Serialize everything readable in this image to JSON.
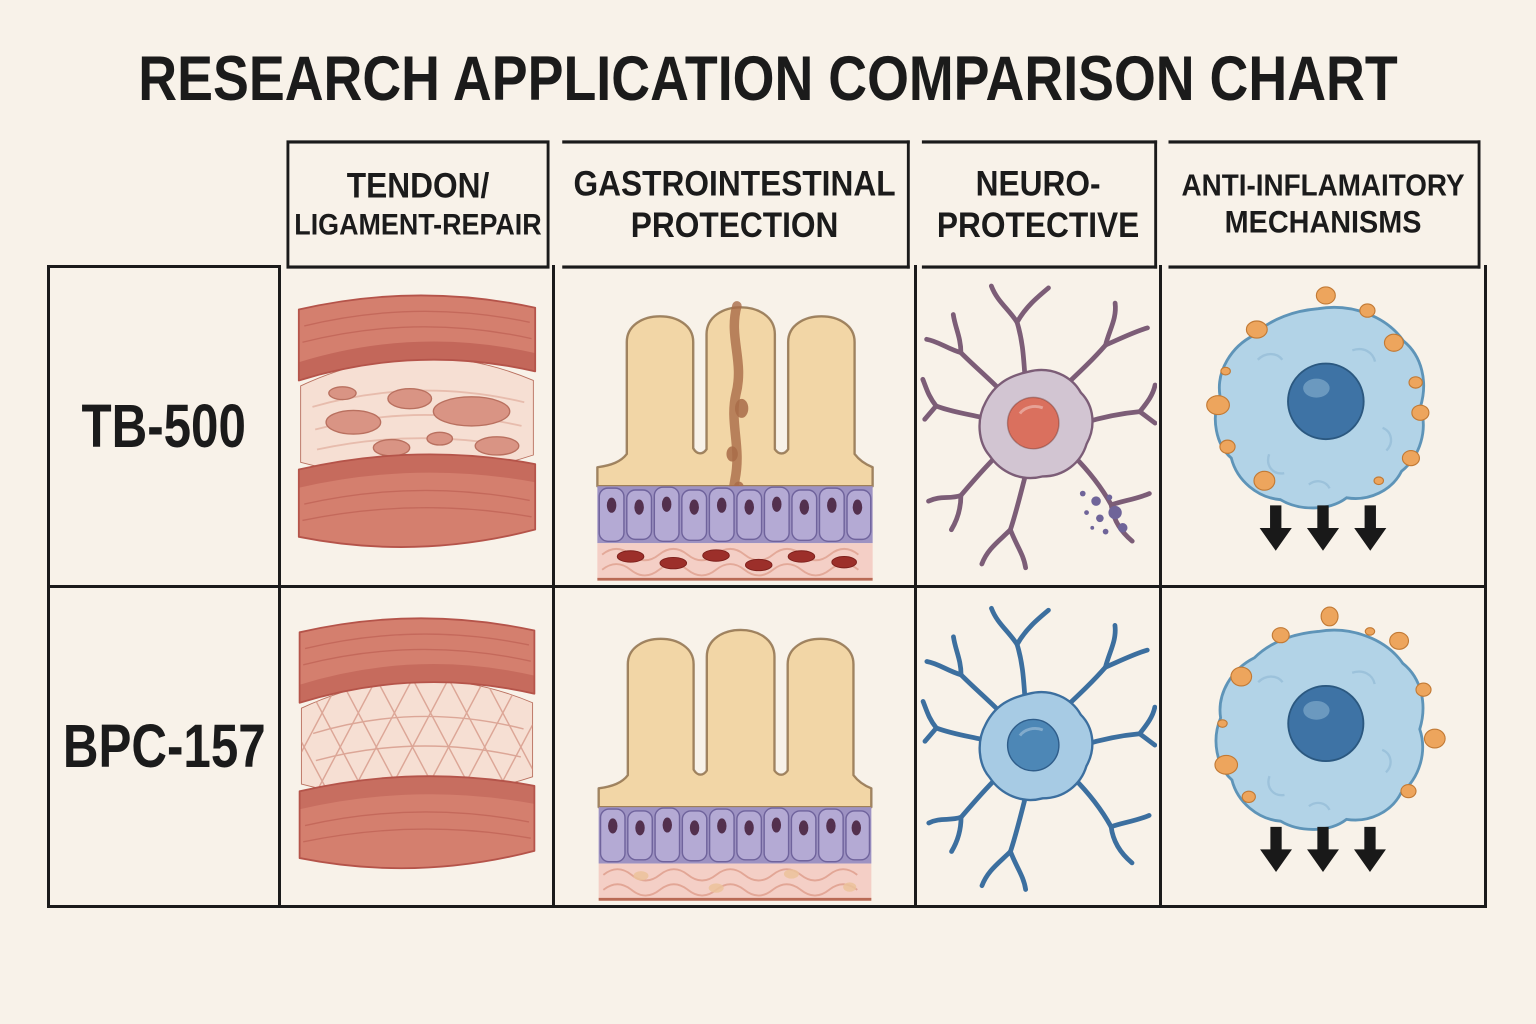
{
  "title": "RESEARCH APPLICATION COMPARISON CHART",
  "table": {
    "columns": [
      {
        "lines": [
          "TENDON/",
          "LIGAMENT-REPAIR"
        ]
      },
      {
        "lines": [
          "GASTROINTESTINAL",
          "PROTECTION"
        ]
      },
      {
        "lines": [
          "NEURO-",
          "PROTECTIVE"
        ]
      },
      {
        "lines": [
          "ANTI-INFLAMAITORY",
          "MECHANISMS"
        ]
      }
    ],
    "rows": [
      {
        "label": "TB-500",
        "cells": [
          {
            "illustration": "tendon-tissue-damaged"
          },
          {
            "illustration": "intestinal-villi-damaged"
          },
          {
            "illustration": "neuron-purple-injured"
          },
          {
            "illustration": "immune-cell-cytokines-reduced"
          }
        ]
      },
      {
        "label": "BPC-157",
        "cells": [
          {
            "illustration": "tendon-tissue-healed"
          },
          {
            "illustration": "intestinal-villi-healthy"
          },
          {
            "illustration": "neuron-blue-healthy"
          },
          {
            "illustration": "immune-cell-cytokines-reduced"
          }
        ]
      }
    ]
  },
  "colors": {
    "background": "#f8f2e9",
    "ink": "#1b1b1b",
    "table_border": "#1b1b1b",
    "tendon_band": "#d47f6e",
    "tendon_band_dark": "#b5544a",
    "tendon_light": "#f6dfd3",
    "tendon_texture": "#e5b7a7",
    "tendon_blob": "#d99484",
    "tendon_blob_edge": "#b9705f",
    "tendon_mesh": "#d79d8c",
    "villi_tan": "#f2d6a6",
    "villi_outline": "#8a6a46",
    "damage_brown": "#a96c49",
    "purple_band": "#9d92c2",
    "purple_cell": "#b4aad4",
    "purple_cell_edge": "#6f639c",
    "purple_nucleus": "#53304e",
    "pink_band": "#f4cfc6",
    "pink_texture": "#dfa08e",
    "rbc_red": "#9c2f2a",
    "neuron_purple_body": "#d2c5d2",
    "neuron_purple_edge": "#7c5d77",
    "neuron_red_nucleus": "#da705e",
    "debris_purple": "#6f6499",
    "neuron_blue_body": "#a7cbe4",
    "neuron_blue_edge": "#3c6f9f",
    "neuron_blue_nucleus": "#4d87b6",
    "cell_blue": "#b2d3e7",
    "cell_blue_edge": "#5e94b8",
    "cell_inner_line": "#8fb8d4",
    "cell_nucleus_blue": "#3e73a5",
    "cytokine_orange": "#eda55d",
    "cytokine_edge": "#c27a35",
    "arrow_black": "#191919"
  }
}
